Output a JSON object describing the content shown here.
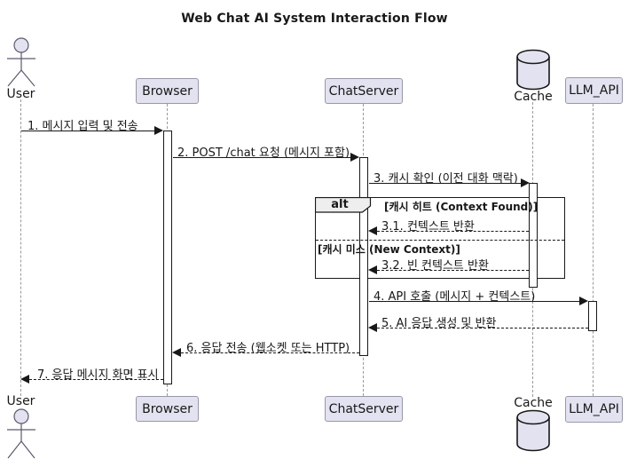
{
  "title": "Web Chat AI System Interaction Flow",
  "participants": [
    {
      "id": "user",
      "label": "User",
      "type": "actor"
    },
    {
      "id": "browser",
      "label": "Browser",
      "type": "participant"
    },
    {
      "id": "chatserver",
      "label": "ChatServer",
      "type": "participant"
    },
    {
      "id": "cache",
      "label": "Cache",
      "type": "database"
    },
    {
      "id": "llm_api",
      "label": "LLM_API",
      "type": "participant"
    }
  ],
  "messages": [
    {
      "label": "1. 메시지 입력 및 전송",
      "from": "User",
      "to": "Browser",
      "line": "solid"
    },
    {
      "label": "2. POST /chat 요청 (메시지 포함)",
      "from": "Browser",
      "to": "ChatServer",
      "line": "solid"
    },
    {
      "label": "3. 캐시 확인 (이전 대화 맥락)",
      "from": "ChatServer",
      "to": "Cache",
      "line": "solid"
    },
    {
      "label": "3.1. 컨텍스트 반환",
      "from": "Cache",
      "to": "ChatServer",
      "line": "dashed"
    },
    {
      "label": "3.2. 빈 컨텍스트 반환",
      "from": "Cache",
      "to": "ChatServer",
      "line": "dashed"
    },
    {
      "label": "4. API 호출 (메시지 + 컨텍스트)",
      "from": "ChatServer",
      "to": "LLM_API",
      "line": "solid"
    },
    {
      "label": "5. AI 응답 생성 및 반환",
      "from": "LLM_API",
      "to": "ChatServer",
      "line": "dashed"
    },
    {
      "label": "6. 응답 전송 (웹소켓 또는 HTTP)",
      "from": "ChatServer",
      "to": "Browser",
      "line": "dashed"
    },
    {
      "label": "7. 응답 메시지 화면 표시",
      "from": "Browser",
      "to": "User",
      "line": "dashed"
    }
  ],
  "alt_frame": {
    "operator": "alt",
    "guard_hit": "[캐시 히트 (Context Found)]",
    "guard_miss": "[캐시 미스 (New Context)]"
  },
  "colors": {
    "background": "#FFFFFF",
    "participant_fill": "#E2E2F0",
    "participant_border": "#9898A8",
    "frame_border": "#181818",
    "arrow": "#181818",
    "lifeline": "#9A9A9A",
    "operator_tab_fill": "#EEEEEE"
  }
}
